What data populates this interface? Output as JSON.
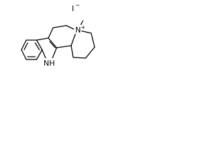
{
  "structure": {
    "counterion": {
      "element": "I",
      "charge": "−"
    },
    "nitrogen_cation": {
      "element": "N",
      "charge": "+"
    },
    "indole_nh": {
      "label": "NH"
    }
  }
}
